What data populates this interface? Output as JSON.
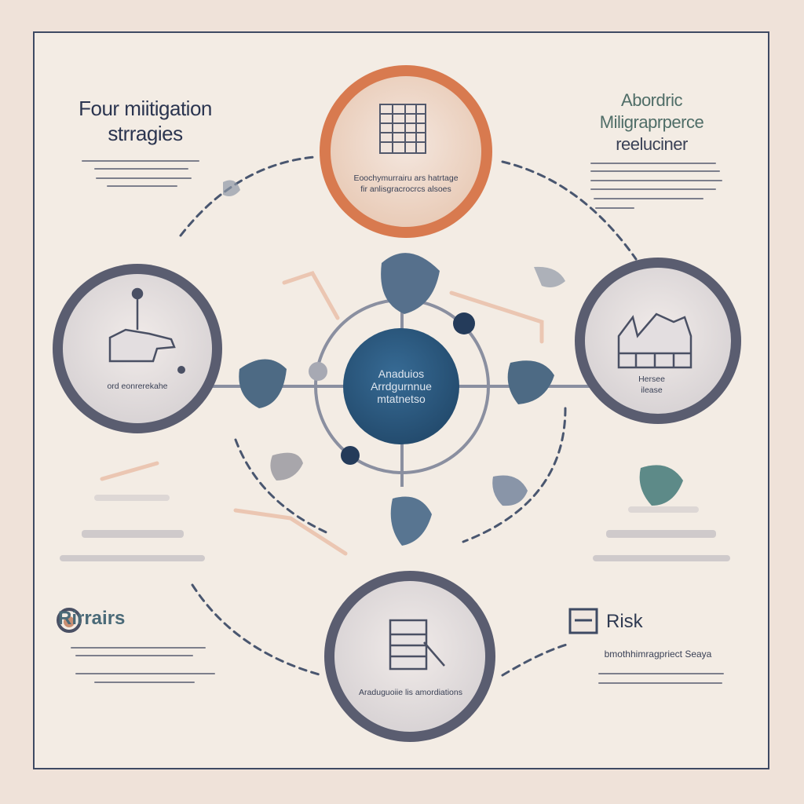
{
  "title": {
    "line1": "Four miitigation",
    "line2": "strragies"
  },
  "top_right_heading": {
    "line1": "Abordric",
    "line2": "Miligraprperce",
    "line3": "reeluciner"
  },
  "nodes": {
    "top": {
      "caption_line1": "Eoochymurrairu ars hatrtage",
      "caption_line2": "fir anlisgracrocrcs alsoes"
    },
    "left": {
      "caption": "ord eonrerekahe"
    },
    "right": {
      "caption_line1": "Hersee",
      "caption_line2": "ilease"
    },
    "bottom": {
      "caption": "Araduguoiie lis amordiations"
    },
    "center": {
      "line1": "Anaduios",
      "line2": "Arrdgurnnue",
      "line3": "mtatnetso"
    }
  },
  "lower_left": {
    "title": "Rirrairs"
  },
  "lower_right": {
    "title": "Risk",
    "subtitle": "bmothhimragpriect Seaya"
  },
  "colors": {
    "navy": "#2f5f86",
    "orange_ring": "#e27c4e",
    "gray_ring": "#6a6e80",
    "pin": "#4c6480",
    "background": "#f3ece4"
  },
  "icons": [
    "spreadsheet-icon",
    "hand-tool-icon",
    "factory-icon",
    "document-stack-icon",
    "leaf-pin-icon"
  ]
}
